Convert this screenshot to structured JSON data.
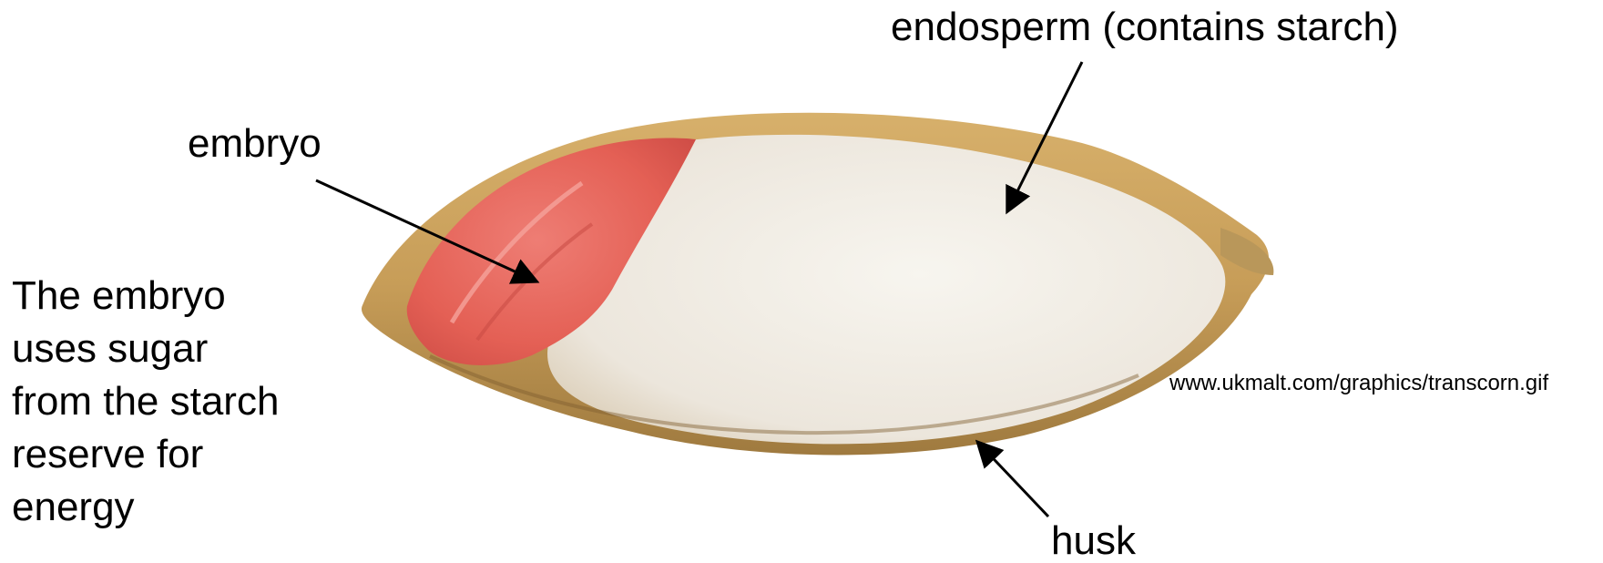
{
  "labels": {
    "endosperm": "endosperm (contains starch)",
    "embryo": "embryo",
    "husk": "husk",
    "source": "www.ukmalt.com/graphics/transcorn.gif"
  },
  "caption": {
    "lines": [
      "The embryo",
      "uses sugar",
      "from the starch",
      "reserve for",
      "energy"
    ]
  },
  "colors": {
    "husk": "#c9a66b",
    "endosperm": "#f1ede6",
    "embryo": "#e86a60",
    "arrow": "#000000"
  }
}
